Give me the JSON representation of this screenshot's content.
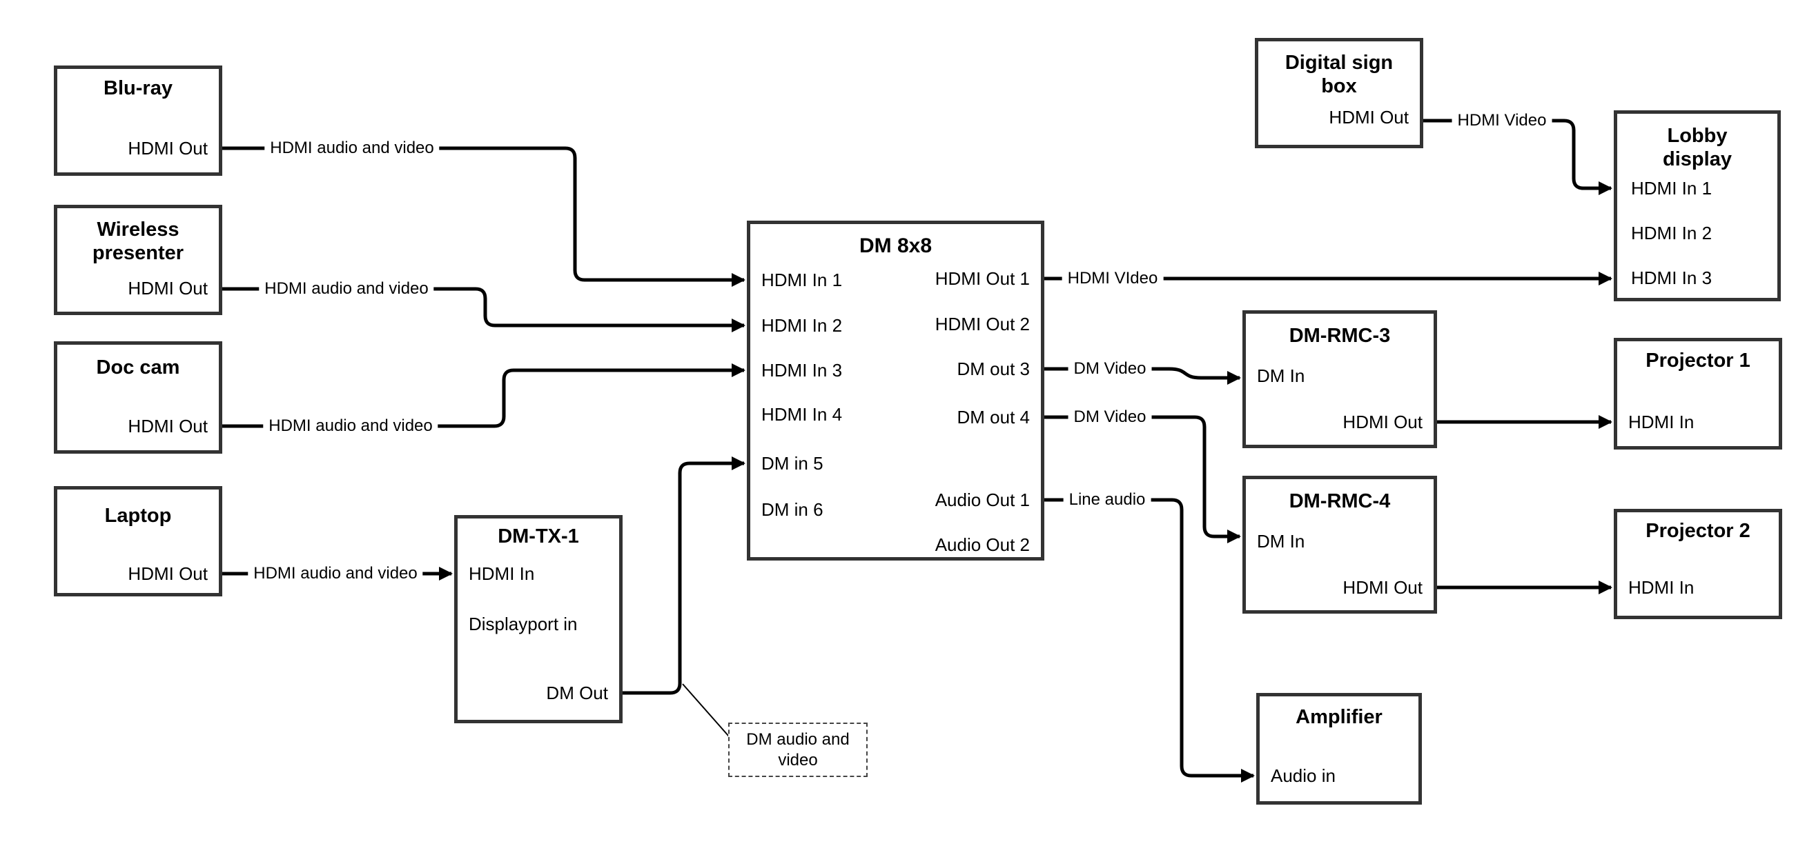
{
  "colors": {
    "wire": "#000000",
    "box_border": "#333333",
    "text": "#000000",
    "background": "#ffffff"
  },
  "nodes": {
    "bluray": {
      "title": "Blu-ray",
      "ports": [
        "HDMI Out"
      ]
    },
    "wireless": {
      "title": "Wireless presenter",
      "ports": [
        "HDMI Out"
      ]
    },
    "doccam": {
      "title": "Doc cam",
      "ports": [
        "HDMI Out"
      ]
    },
    "laptop": {
      "title": "Laptop",
      "ports": [
        "HDMI Out"
      ]
    },
    "dmtx1": {
      "title": "DM-TX-1",
      "ports": [
        "HDMI In",
        "Displayport in",
        "DM Out"
      ]
    },
    "dm8x8": {
      "title": "DM 8x8",
      "inputs": [
        "HDMI In 1",
        "HDMI In 2",
        "HDMI In 3",
        "HDMI In 4",
        "DM in 5",
        "DM in 6"
      ],
      "outputs": [
        "HDMI Out 1",
        "HDMI Out 2",
        "DM out 3",
        "DM out 4",
        "Audio Out 1",
        "Audio Out 2"
      ]
    },
    "signbox": {
      "title": "Digital sign box",
      "ports": [
        "HDMI Out"
      ]
    },
    "lobby": {
      "title": "Lobby display",
      "ports": [
        "HDMI In 1",
        "HDMI In 2",
        "HDMI In 3"
      ]
    },
    "rmc3": {
      "title": "DM-RMC-3",
      "ports": [
        "DM In",
        "HDMI Out"
      ]
    },
    "rmc4": {
      "title": "DM-RMC-4",
      "ports": [
        "DM In",
        "HDMI Out"
      ]
    },
    "proj1": {
      "title": "Projector 1",
      "ports": [
        "HDMI In"
      ]
    },
    "proj2": {
      "title": "Projector 2",
      "ports": [
        "HDMI In"
      ]
    },
    "amp": {
      "title": "Amplifier",
      "ports": [
        "Audio in"
      ]
    }
  },
  "connections": [
    {
      "from": "Blu-ray HDMI Out",
      "to": "DM 8x8 HDMI In 1",
      "label": "HDMI audio and video"
    },
    {
      "from": "Wireless presenter HDMI Out",
      "to": "DM 8x8 HDMI In 2",
      "label": "HDMI audio and video"
    },
    {
      "from": "Doc cam HDMI Out",
      "to": "DM 8x8 HDMI In 3",
      "label": "HDMI audio and video"
    },
    {
      "from": "Laptop HDMI Out",
      "to": "DM-TX-1 HDMI In",
      "label": "HDMI audio and video"
    },
    {
      "from": "DM-TX-1 DM Out",
      "to": "DM 8x8 DM in 5",
      "label": ""
    },
    {
      "from": "Digital sign box HDMI Out",
      "to": "Lobby display HDMI In 1",
      "label": "HDMI Video"
    },
    {
      "from": "DM 8x8 HDMI Out 1",
      "to": "Lobby display HDMI In 3",
      "label": "HDMI VIdeo"
    },
    {
      "from": "DM 8x8 DM out 3",
      "to": "DM-RMC-3 DM In",
      "label": "DM Video"
    },
    {
      "from": "DM 8x8 DM out 4",
      "to": "DM-RMC-4 DM In",
      "label": "DM Video"
    },
    {
      "from": "DM 8x8 Audio Out 1",
      "to": "Amplifier Audio in",
      "label": "Line audio"
    },
    {
      "from": "DM-RMC-3 HDMI Out",
      "to": "Projector 1 HDMI In",
      "label": ""
    },
    {
      "from": "DM-RMC-4 HDMI Out",
      "to": "Projector 2 HDMI In",
      "label": ""
    }
  ],
  "callout": {
    "text": "DM audio and video",
    "annotates": "DM-TX-1 DM Out"
  }
}
